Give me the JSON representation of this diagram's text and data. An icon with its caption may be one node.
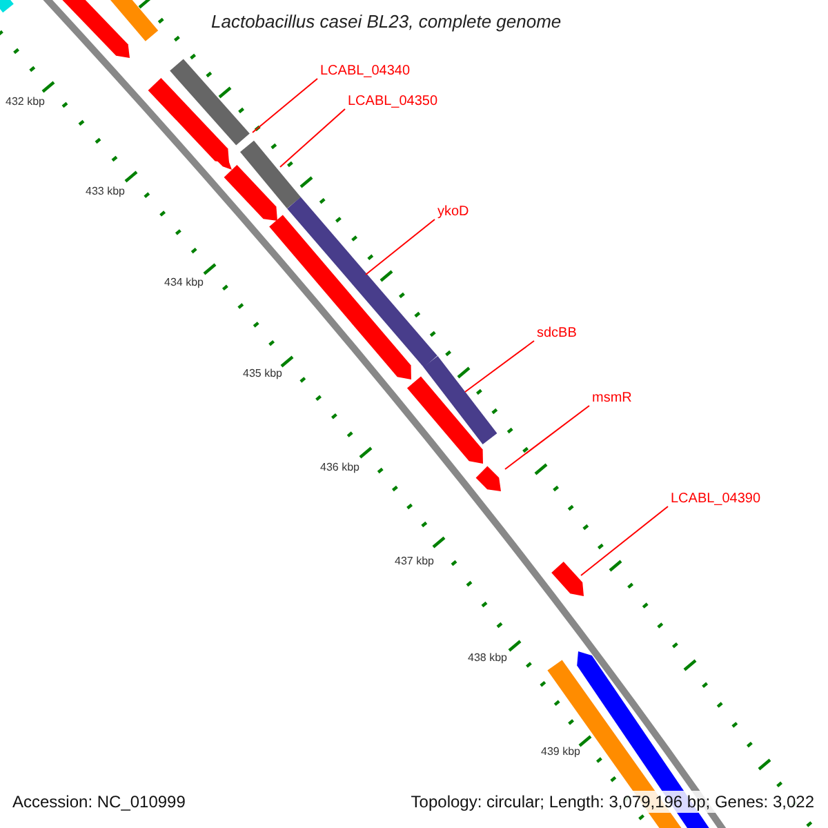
{
  "diagram": {
    "title": "Lactobacillus casei BL23, complete genome",
    "nodes": [
      {
        "text": [
          "LCABL_04340"
        ]
      },
      {
        "text": [
          "LCABL_04350"
        ]
      },
      {
        "text": [
          "ykoD"
        ]
      },
      {
        "text": [
          "sdcBB"
        ]
      },
      {
        "text": [
          "msmR"
        ]
      },
      {
        "text": [
          "LCABL_04390"
        ]
      },
      {
        "text": [],
        "shape": "bar"
      },
      {
        "text": [],
        "shape": "bar"
      },
      {
        "text": [],
        "shape": "bar"
      },
      {
        "text": [],
        "shape": "bar"
      },
      {
        "text": [],
        "shape": "bar"
      },
      {
        "text": [],
        "shape": "bar"
      },
      {
        "text": [],
        "shape": "bar"
      },
      {
        "text": [],
        "shape": "bar"
      },
      {
        "text": [],
        "shape": "bar"
      },
      {
        "text": [],
        "shape": "bar"
      },
      {
        "text": [],
        "shape": "bar"
      },
      {
        "text": [],
        "shape": "bar"
      },
      {
        "text": [],
        "shape": "bar"
      },
      {
        "text": [],
        "shape": "bar"
      },
      {
        "text": [],
        "shape": "bar"
      },
      {
        "text": [],
        "shape": "bar"
      }
    ],
    "edges": [
      {
        "from": 0,
        "to": 6,
        "arrow": "none"
      },
      {
        "from": 1,
        "to": 7,
        "arrow": "none"
      },
      {
        "from": 2,
        "to": 8,
        "arrow": "none"
      },
      {
        "from": 3,
        "to": 9,
        "arrow": "none"
      },
      {
        "from": 4,
        "to": 10,
        "arrow": "none"
      },
      {
        "from": 5,
        "to": 11,
        "arrow": "none"
      }
    ],
    "labels": [
      "432 kbp",
      "433 kbp",
      "434 kbp",
      "435 kbp",
      "436 kbp",
      "437 kbp",
      "438 kbp",
      "439 kbp",
      "Accession: NC_010999",
      "Topology: circular; Length: 3,079,196 bp; Genes: 3,022"
    ]
  }
}
